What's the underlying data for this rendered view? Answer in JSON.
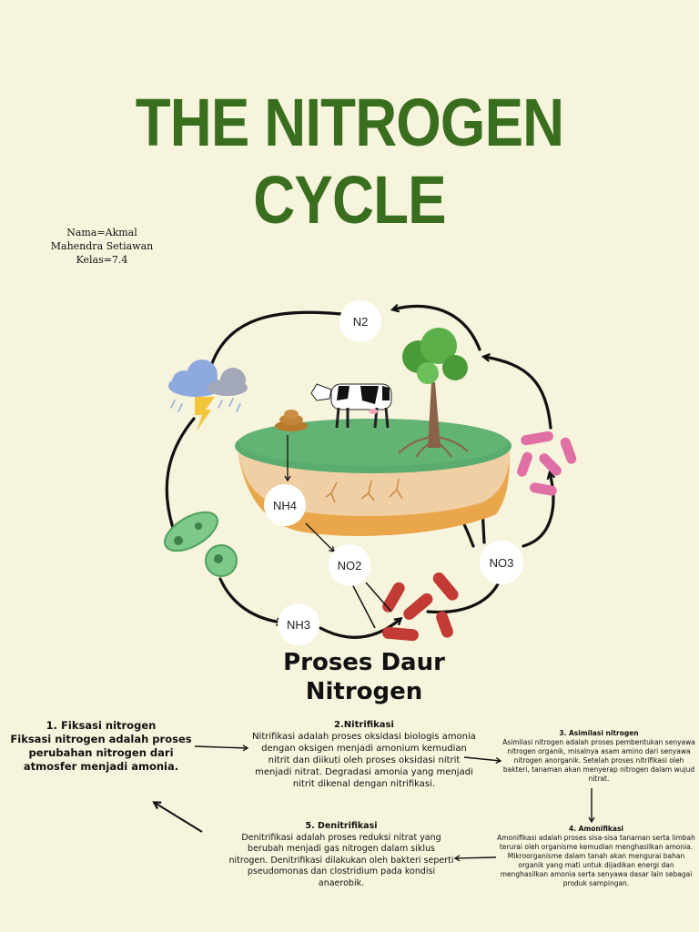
{
  "title": "THE NITROGEN CYCLE",
  "author": {
    "line1": "Nama=Akmal",
    "line2": "Mahendra Setiawan",
    "line3": "Kelas=7.4"
  },
  "nodes": {
    "n2": "N2",
    "nh4": "NH4",
    "no2": "NO2",
    "no3": "NO3",
    "nh3": "NH3"
  },
  "section_title": {
    "line1": "Proses Daur",
    "line2": "Nitrogen"
  },
  "steps": {
    "s1": {
      "head": "1. Fiksasi nitrogen",
      "body": "Fiksasi nitrogen adalah proses perubahan nitrogen dari atmosfer menjadi amonia."
    },
    "s2": {
      "head": "2.Nitrifikasi",
      "body": "Nitrifikasi adalah proses oksidasi biologis amonia dengan oksigen menjadi amonium kemudian nitrit dan diikuti oleh proses oksidasi nitrit menjadi nitrat. Degradasi amonia yang menjadi nitrit dikenal dengan nitrifikasi."
    },
    "s3": {
      "head": "3. Asimilasi nitrogen",
      "body": "Asimilasi nitrogen adalah proses pembentukan senyawa nitrogen organik, misalnya asam amino dari senyawa nitrogen anorganik. Setelah proses nitrifikasi oleh bakteri, tanaman akan menyerap nitrogen dalam wujud nitrat."
    },
    "s4": {
      "head": "4. Amonifikasi",
      "body": "Amonifikasi adalah proses sisa-sisa tanaman serta limbah terurai oleh organisme kemudian menghasilkan amonia. Mikroorganisme dalam tanah akan mengurai bahan organik yang mati untuk dijadikan energi dan menghasilkan amonia serta senyawa dasar lain sebagai produk sampingan."
    },
    "s5": {
      "head": "5. Denitrifikasi",
      "body": "Denitrifikasi adalah proses reduksi nitrat yang berubah menjadi gas nitrogen dalam siklus nitrogen. Denitrifikasi dilakukan oleh bakteri seperti pseudomonas dan clostridium pada kondisi anaerobik."
    }
  },
  "icons": {
    "cloud": "storm-cloud-icon",
    "tree": "tree-icon",
    "cow": "cow-icon",
    "manure": "manure-icon",
    "bacteria": "bacteria-icon"
  },
  "colors": {
    "title": "#3a6e1f",
    "background": "#f6f4dc",
    "grass": "#5aab6e",
    "soil": "#f1cfa4",
    "green_bacteria": "#7ec98a",
    "red_bacteria": "#c23b34",
    "pink_bacteria": "#e06fa6"
  }
}
